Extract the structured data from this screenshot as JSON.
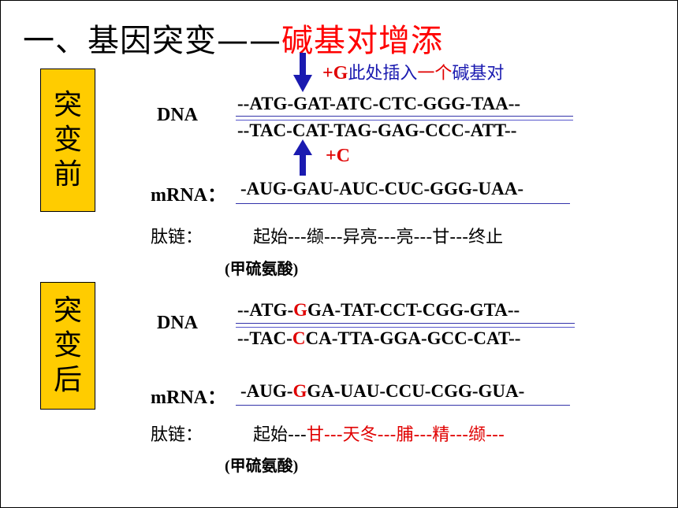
{
  "title": {
    "main": "一、基因突变——",
    "highlight": "碱基对增添"
  },
  "insertion_note": {
    "plus_g": "+G",
    "text": "此处插入",
    "one": "一个",
    "bp": "碱基对"
  },
  "plus_c": "+C",
  "before": {
    "box_chars": [
      "突",
      "变",
      "前"
    ],
    "dna_label": "DNA",
    "strand1": "--ATG-GAT-ATC-CTC-GGG-TAA--",
    "strand2": "--TAC-CAT-TAG-GAG-CCC-ATT--",
    "mrna_label": "mRNA：",
    "mrna": "-AUG-GAU-AUC-CUC-GGG-UAA-",
    "peptide_label": "肽链：",
    "peptide": "起始---缬---异亮---亮---甘---终止",
    "met_note": "(甲硫氨酸)"
  },
  "after": {
    "box_chars": [
      "突",
      "变",
      "后"
    ],
    "dna_label": "DNA",
    "strand1_pre": "--ATG-",
    "strand1_ins": "G",
    "strand1_post": "GA-TAT-CCT-CGG-GTA--",
    "strand2_pre": "--TAC-",
    "strand2_ins": "C",
    "strand2_post": "CA-TTA-GGA-GCC-CAT--",
    "mrna_label": "mRNA：",
    "mrna_pre": "-AUG-",
    "mrna_ins": "G",
    "mrna_post": "GA-UAU-CCU-CGG-GUA-",
    "peptide_label": "肽链：",
    "peptide_start": "起始---",
    "peptide_changed": "甘---天冬---脯---精---缬---",
    "met_note": "(甲硫氨酸)"
  },
  "colors": {
    "accent_red": "#e00000",
    "box_yellow": "#ffcc00",
    "arrow_blue": "#1a1ab0"
  }
}
